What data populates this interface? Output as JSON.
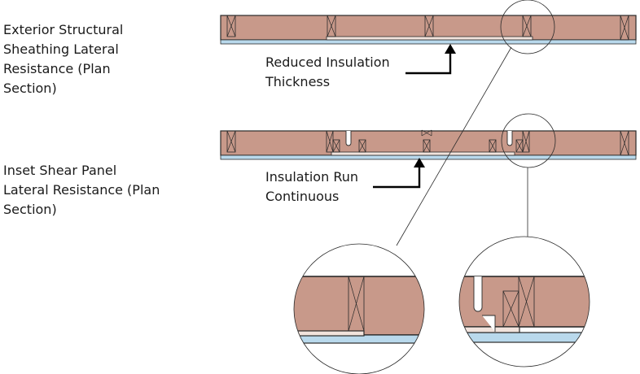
{
  "colors": {
    "wall": "#c8998a",
    "stroke": "#2a2a2a",
    "insulation": "#b9d9ec",
    "sheathing": "#f1e3dc",
    "background": "#ffffff"
  },
  "labels": {
    "section_1_title": [
      "Exterior Structural",
      "Sheathing Lateral",
      "Resistance (Plan",
      "Section)"
    ],
    "section_1_callout": [
      "Reduced Insulation",
      "Thickness"
    ],
    "section_2_title": [
      "Inset Shear Panel",
      "Lateral Resistance (Plan",
      "Section)"
    ],
    "section_2_callout": [
      "Insulation Run",
      "Continuous"
    ]
  }
}
